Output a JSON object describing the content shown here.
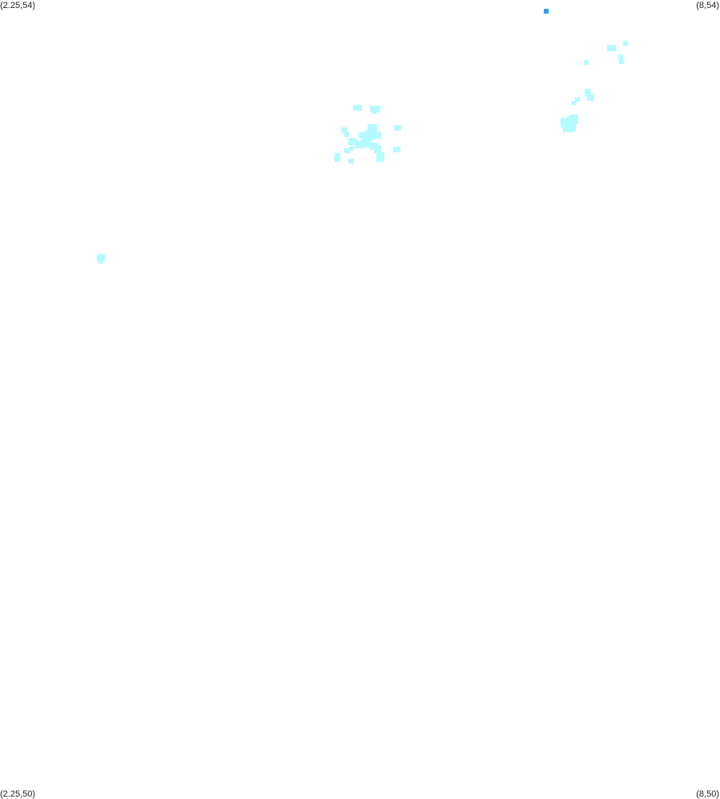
{
  "corner_labels": {
    "top_left": "(2.25,54)",
    "top_right": "(8,54)",
    "bottom_left": "(2.25,50)",
    "bottom_right": "(8,50)"
  },
  "colors": {
    "background": "#ffffff",
    "cluster_fill": "#b3fbff",
    "highlight_marker": "#2aa4f4"
  }
}
